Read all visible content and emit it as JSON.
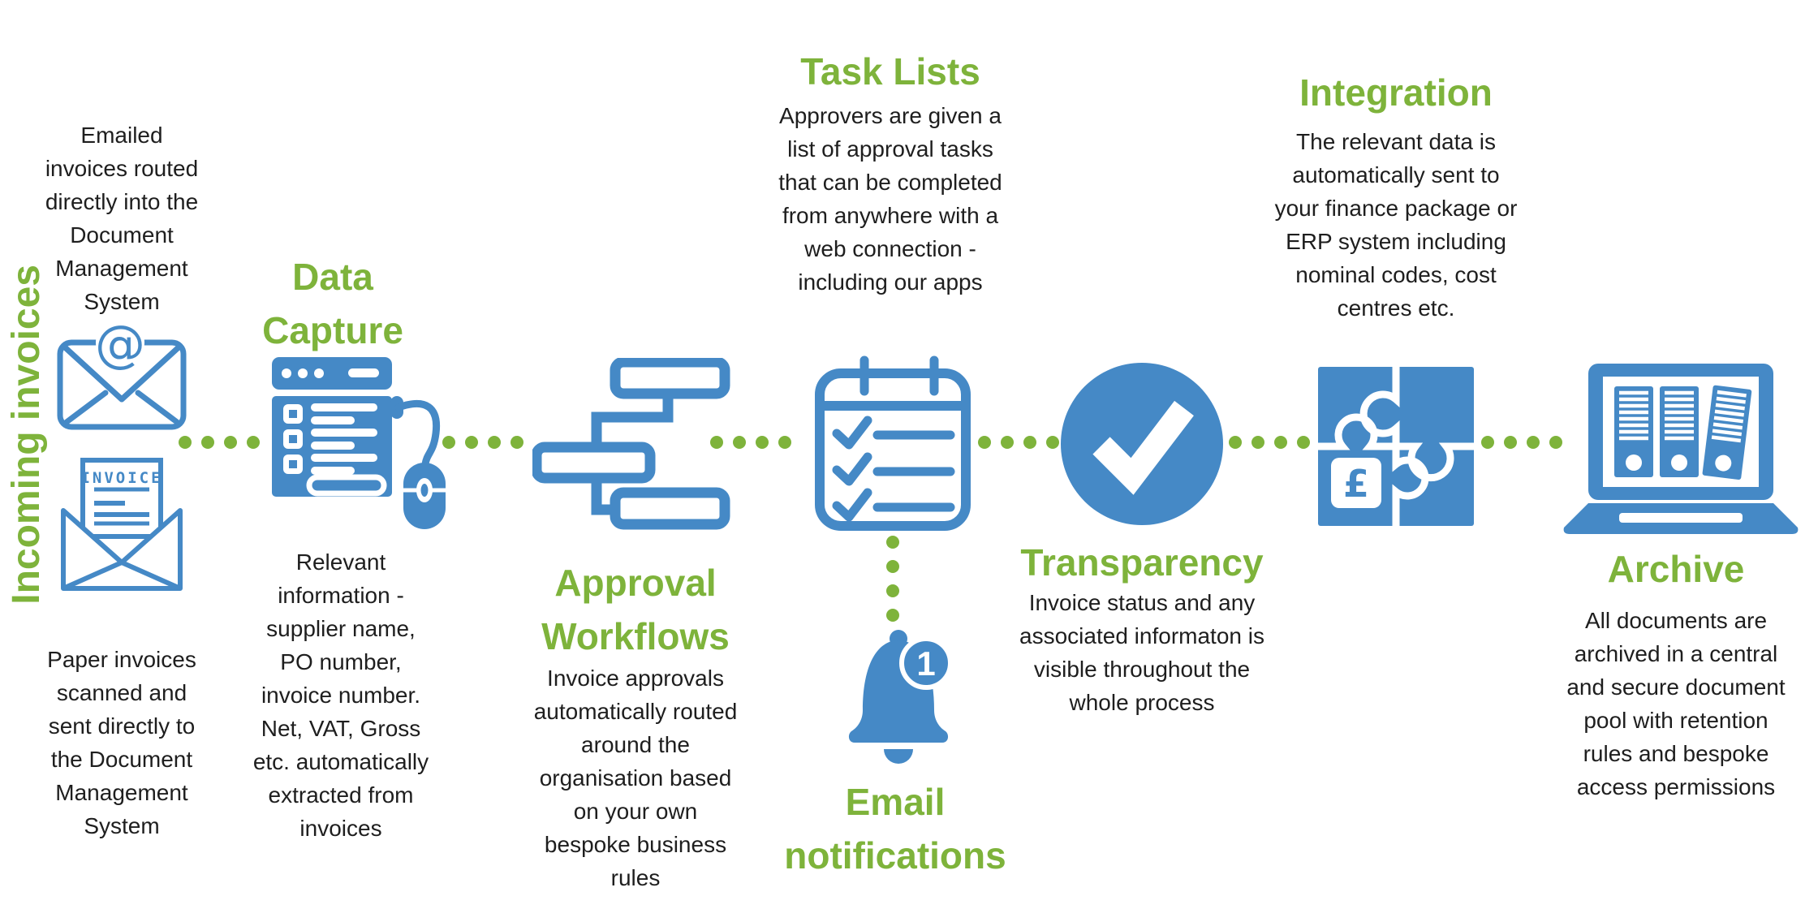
{
  "colors": {
    "blue": "#4589c6",
    "green": "#7eb33b",
    "ink": "#1e1e1e"
  },
  "incoming": {
    "vertical_label": "Incoming invoices",
    "email_text": "Emailed\ninvoices routed\ndirectly into the\nDocument\nManagement\nSystem",
    "at_symbol": "@",
    "invoice_label": "INVOICE",
    "paper_text": "Paper invoices\nscanned and\nsent directly to\nthe Document\nManagement\nSystem"
  },
  "data_capture": {
    "title": "Data\nCapture",
    "description": "Relevant\ninformation -\nsupplier name,\nPO number,\ninvoice number.\nNet, VAT, Gross\netc. automatically\nextracted from\ninvoices"
  },
  "approval_workflows": {
    "title": "Approval\nWorkflows",
    "description": "Invoice approvals\nautomatically routed\naround the\norganisation based\non your own\nbespoke business\nrules"
  },
  "task_lists": {
    "title": "Task Lists",
    "description": "Approvers are given a\nlist of approval tasks\nthat can be completed\nfrom anywhere with a\nweb connection -\nincluding our apps"
  },
  "email_notifications": {
    "title": "Email\nnotifications",
    "badge_count": "1"
  },
  "transparency": {
    "title": "Transparency",
    "description": "Invoice status and any\nassociated informaton is\nvisible throughout the\nwhole process"
  },
  "integration": {
    "title": "Integration",
    "description": "The relevant data is\nautomatically sent to\nyour finance package or\nERP system including\nnominal codes, cost\ncentres etc.",
    "currency_symbol": "£"
  },
  "archive": {
    "title": "Archive",
    "description": "All documents are\narchived in a central\nand secure document\npool with retention\nrules and bespoke\naccess permissions"
  }
}
